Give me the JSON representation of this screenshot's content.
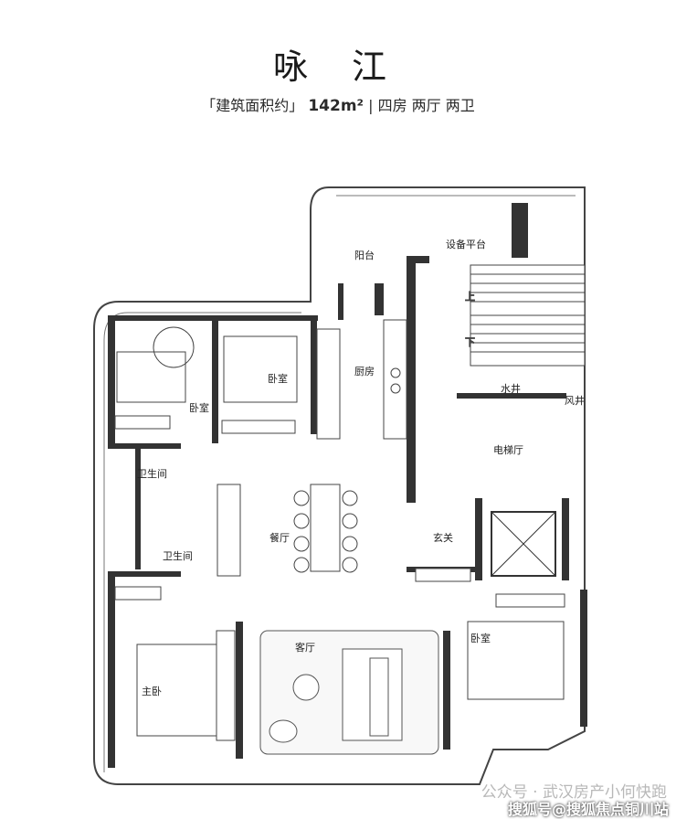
{
  "header": {
    "title": "咏 江",
    "subtitle_prefix": "「建筑面积约」",
    "area": "142m²",
    "subtitle_suffix": "| 四房 两厅 两卫"
  },
  "rooms": {
    "balcony": "阳台",
    "equipment_platform": "设备平台",
    "bedroom_nw": "卧室",
    "bedroom_n": "卧室",
    "kitchen": "厨房",
    "water_well": "水井",
    "wind_well": "风井",
    "elevator_hall": "电梯厅",
    "bathroom_1": "卫生间",
    "bathroom_2": "卫生间",
    "dining": "餐厅",
    "entrance": "玄关",
    "living": "客厅",
    "master_bedroom": "主卧",
    "bedroom_se": "卧室"
  },
  "stairs": {
    "up_1": "上",
    "up_2": "下"
  },
  "watermark": {
    "line1": "公众号 · 武汉房产小何快跑",
    "line2": "搜狐号@搜狐焦点铜川站"
  }
}
